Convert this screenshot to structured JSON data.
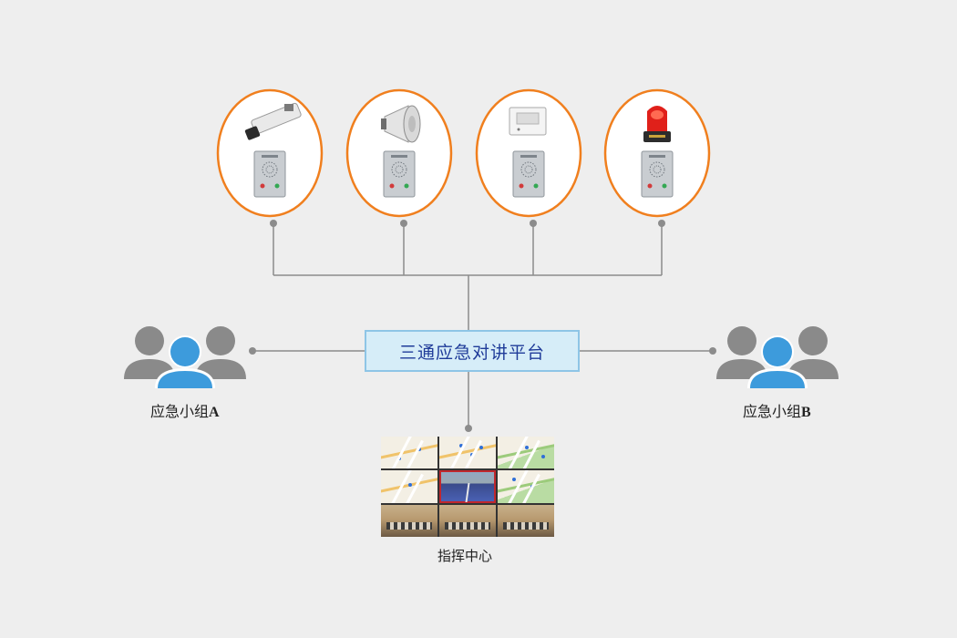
{
  "platform": {
    "label": "三通应急对讲平台"
  },
  "groups": [
    {
      "name": "应急小组",
      "suffix": "A"
    },
    {
      "name": "应急小组",
      "suffix": "B"
    }
  ],
  "command_center": {
    "label": "指挥中心"
  },
  "devices": [
    {
      "icon": "surveillance-camera-icon",
      "intercom": "intercom-panel-icon"
    },
    {
      "icon": "horn-speaker-icon",
      "intercom": "intercom-panel-icon"
    },
    {
      "icon": "wall-switch-icon",
      "intercom": "intercom-panel-icon"
    },
    {
      "icon": "warning-beacon-icon",
      "intercom": "intercom-panel-icon"
    }
  ],
  "colors": {
    "device_ring": "#f07f1e",
    "platform_fill": "#d6edf8",
    "platform_border": "#8ec5e6",
    "platform_text": "#1f3b99",
    "person_blue": "#3d9bdc",
    "person_gray": "#8a8a8a",
    "connector": "#8c8c8c"
  }
}
